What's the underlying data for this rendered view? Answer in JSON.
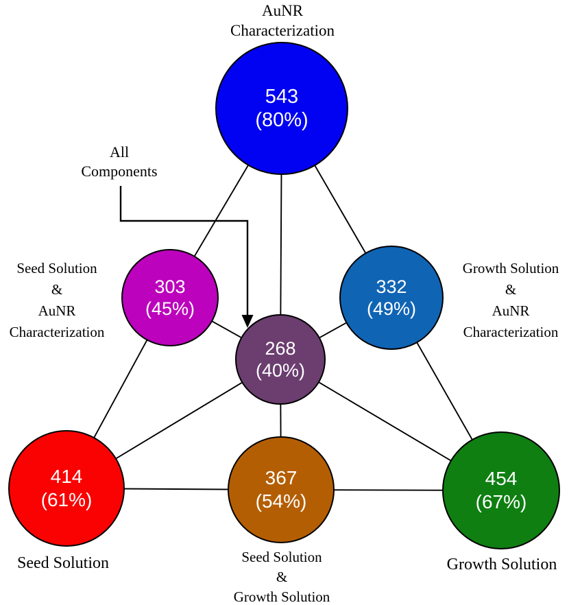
{
  "title_note": "Venn-style component diagram",
  "colors": {
    "background": "#ffffff",
    "line": "#000000",
    "circle_text": "#ffffff",
    "label_text": "#000000"
  },
  "nodes": [
    {
      "id": "aunr-characterization",
      "count": "543",
      "percent": "(80%)",
      "color": "#0202F2",
      "label_lines": [
        "AuNR",
        "Characterization"
      ]
    },
    {
      "id": "seed-and-aunr",
      "count": "303",
      "percent": "(45%)",
      "color": "#BC02BC",
      "label_lines": [
        "Seed Solution",
        "&",
        "AuNR",
        "Characterization"
      ]
    },
    {
      "id": "growth-and-aunr",
      "count": "332",
      "percent": "(49%)",
      "color": "#1064B4",
      "label_lines": [
        "Growth Solution",
        "&",
        "AuNR",
        "Characterization"
      ]
    },
    {
      "id": "all-components",
      "count": "268",
      "percent": "(40%)",
      "color": "#6B3E6F",
      "label_lines": [
        "All",
        "Components"
      ]
    },
    {
      "id": "seed-solution",
      "count": "414",
      "percent": "(61%)",
      "color": "#FA0202",
      "label_lines": [
        "Seed Solution"
      ]
    },
    {
      "id": "seed-and-growth",
      "count": "367",
      "percent": "(54%)",
      "color": "#B45E04",
      "label_lines": [
        "Seed Solution",
        "&",
        "Growth Solution"
      ]
    },
    {
      "id": "growth-solution",
      "count": "454",
      "percent": "(67%)",
      "color": "#0F7F12",
      "label_lines": [
        "Growth Solution"
      ]
    }
  ]
}
